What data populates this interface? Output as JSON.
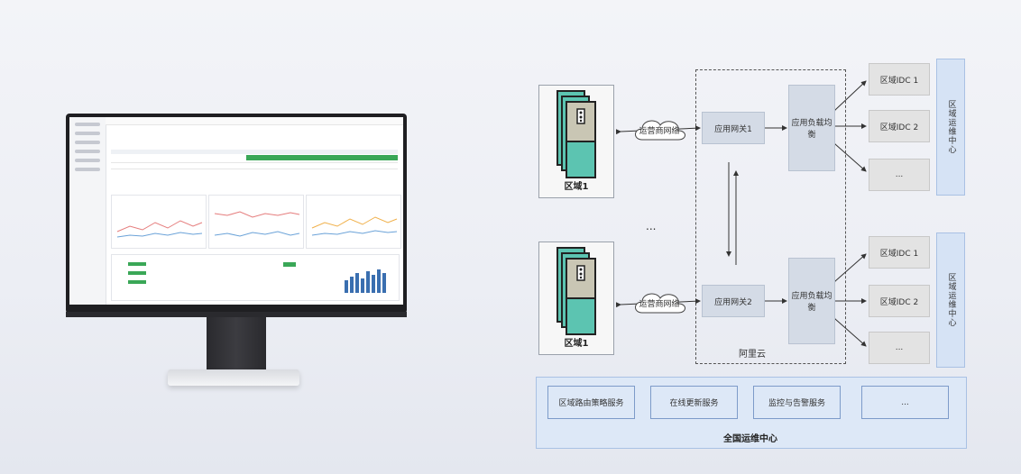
{
  "regions": [
    {
      "label": "区域1"
    },
    {
      "label": "区域1"
    }
  ],
  "isp_cloud": [
    "运营商网络",
    "运营商网络"
  ],
  "gateways": [
    "应用网关1",
    "应用网关2"
  ],
  "load_balancers": [
    "应用负载均衡",
    "应用负载均衡"
  ],
  "idc_groups": [
    [
      "区域IDC 1",
      "区域IDC 2",
      "..."
    ],
    [
      "区域IDC 1",
      "区域IDC 2",
      "..."
    ]
  ],
  "region_ops_centers": [
    "区域运维中心",
    "区域运维中心"
  ],
  "aliyun_label": "阿里云",
  "middle_ellipsis": "...",
  "national_services": [
    "区域路由策略服务",
    "在线更新服务",
    "监控与告警服务",
    "..."
  ],
  "national_center_label": "全国运维中心",
  "colors": {
    "gateway_fill": "#d4dbe6",
    "idc_fill": "#e3e3e3",
    "ops_fill": "#d6e3f5",
    "server_teal": "#5cc4b1",
    "server_tan": "#c9c6b4"
  }
}
